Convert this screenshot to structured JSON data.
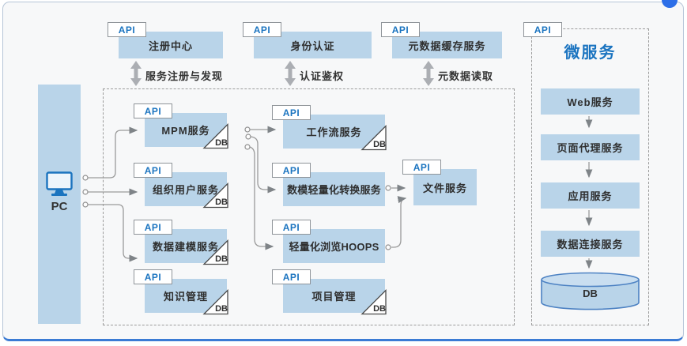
{
  "badges": {
    "api": "API",
    "db": "DB"
  },
  "client": {
    "label": "PC"
  },
  "top_services": [
    {
      "name": "注册中心",
      "flow_label": "服务注册与发现"
    },
    {
      "name": "身份认证",
      "flow_label": "认证鉴权"
    },
    {
      "name": "元数据缓存服务",
      "flow_label": "元数据读取"
    }
  ],
  "middle_services": {
    "left": [
      {
        "name": "MPM服务"
      },
      {
        "name": "组织用户服务"
      },
      {
        "name": "数据建模服务"
      },
      {
        "name": "知识管理"
      }
    ],
    "center": [
      {
        "name": "工作流服务"
      },
      {
        "name": "数模轻量化转换服务"
      },
      {
        "name": "轻量化浏览HOOPS"
      },
      {
        "name": "项目管理"
      }
    ],
    "right": [
      {
        "name": "文件服务"
      }
    ]
  },
  "microservices_panel": {
    "title": "微服务",
    "items": [
      {
        "name": "Web服务"
      },
      {
        "name": "页面代理服务"
      },
      {
        "name": "应用服务"
      },
      {
        "name": "数据连接服务"
      }
    ],
    "db_label": "DB"
  },
  "colors": {
    "accent_blue": "#1b74c0",
    "box_fill": "#b9d4e9",
    "frame_bottom": "#3b7bd4",
    "connector_gray": "#9a9a9a"
  }
}
